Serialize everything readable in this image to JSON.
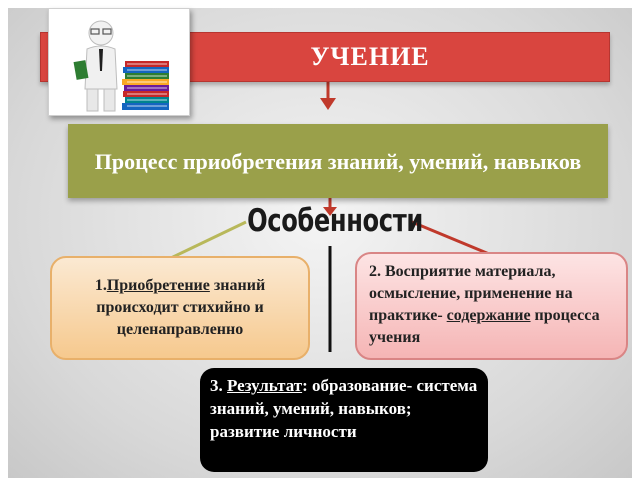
{
  "title": "УЧЕНИЕ",
  "process": "Процесс приобретения знаний, умений, навыков",
  "features_heading": "Особенности",
  "feature_1": {
    "prefix": "1.",
    "term": "Приобретение",
    "rest": " знаний происходит стихийно и целенаправленно"
  },
  "feature_2": {
    "text_before": "2. Восприятие материала, осмысление, применение на практике- ",
    "term": "содержание",
    "text_after": " процесса учения"
  },
  "feature_3": {
    "prefix": "3. ",
    "term": "Результат",
    "rest": ": образование- система знаний, умений, навыков; развитие личности"
  },
  "colors": {
    "title_bar": "#d9453f",
    "process_box": "#9aa04a",
    "card_1": "#f6c98e",
    "card_2": "#f5b5b5",
    "card_3": "#000000"
  },
  "icons": [
    "person-with-books-icon",
    "arrow-down-icon"
  ]
}
